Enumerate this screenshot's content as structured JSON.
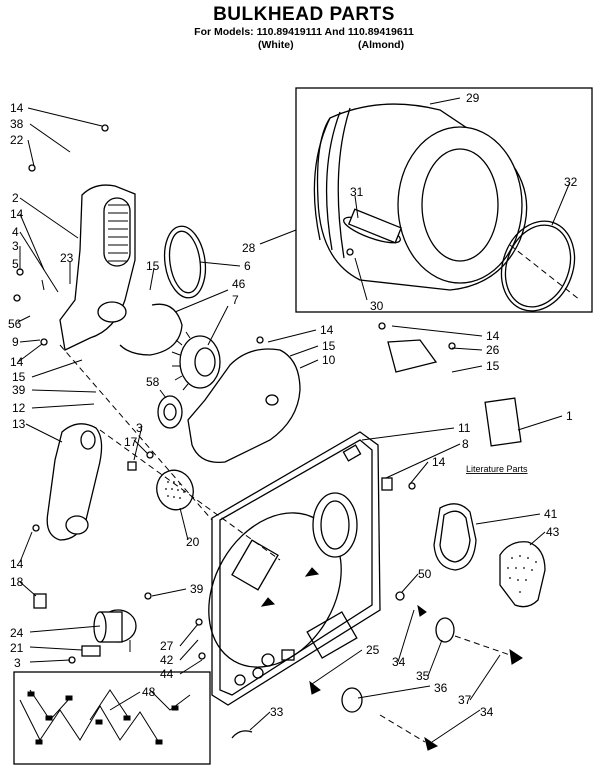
{
  "header": {
    "title": "BULKHEAD PARTS",
    "models_line": "For Models: 110.89419111 And 110.89419611",
    "white_label": "(White)",
    "almond_label": "(Almond)"
  },
  "labels": {
    "l14a": "14",
    "l38": "38",
    "l22": "22",
    "l2": "2",
    "l14b": "14",
    "l4": "4",
    "l3a": "3",
    "l23": "23",
    "l5": "5",
    "l56": "56",
    "l9": "9",
    "l14c": "14",
    "l15a": "15",
    "l39a": "39",
    "l12": "12",
    "l13": "13",
    "l15b": "15",
    "l6": "6",
    "l46": "46",
    "l7": "7",
    "l28": "28",
    "l29": "29",
    "l31": "31",
    "l32": "32",
    "l30": "30",
    "l14d": "14",
    "l15c": "15",
    "l10": "10",
    "l58": "58",
    "l3b": "3",
    "l17": "17",
    "l14e": "14",
    "l26": "26",
    "l15d": "15",
    "l1": "1",
    "l11": "11",
    "l8": "8",
    "l14f": "14",
    "l20": "20",
    "l14g": "14",
    "l18": "18",
    "l39b": "39",
    "l41": "41",
    "l43": "43",
    "l50": "50",
    "l24": "24",
    "l21": "21",
    "l3c": "3",
    "l27": "27",
    "l42": "42",
    "l44": "44",
    "l25": "25",
    "l34a": "34",
    "l35": "35",
    "l36": "36",
    "l37": "37",
    "l34b": "34",
    "l48": "48",
    "l33": "33"
  },
  "literature_label": "Literature Parts"
}
